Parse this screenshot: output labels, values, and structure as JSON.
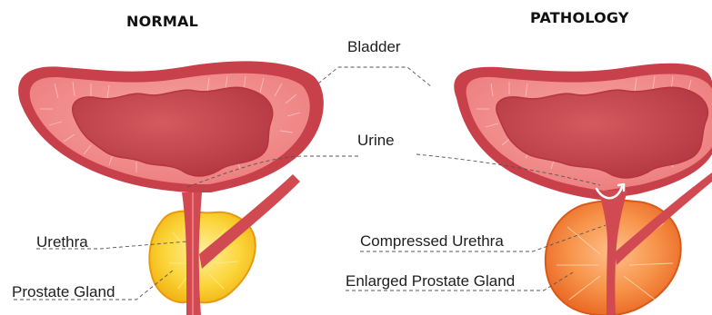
{
  "headings": {
    "normal": "NORMAL",
    "pathology": "PATHOLOGY"
  },
  "labels": {
    "bladder": "Bladder",
    "urine": "Urine",
    "urethra": "Urethra",
    "prostate_gland": "Prostate Gland",
    "compressed_urethra": "Compressed Urethra",
    "enlarged_prostate_gland": "Enlarged Prostate Gland"
  },
  "colors": {
    "bladder_outer": "#c8404a",
    "bladder_wall": "#f08a8a",
    "bladder_inner": "#c8404a",
    "urethra": "#d14a52",
    "prostate_normal": "#f7c21b",
    "prostate_enlarged": "#f07a28",
    "leader_line": "#555555"
  },
  "icons": {
    "flow_arrow": "curved-arrow-icon"
  }
}
